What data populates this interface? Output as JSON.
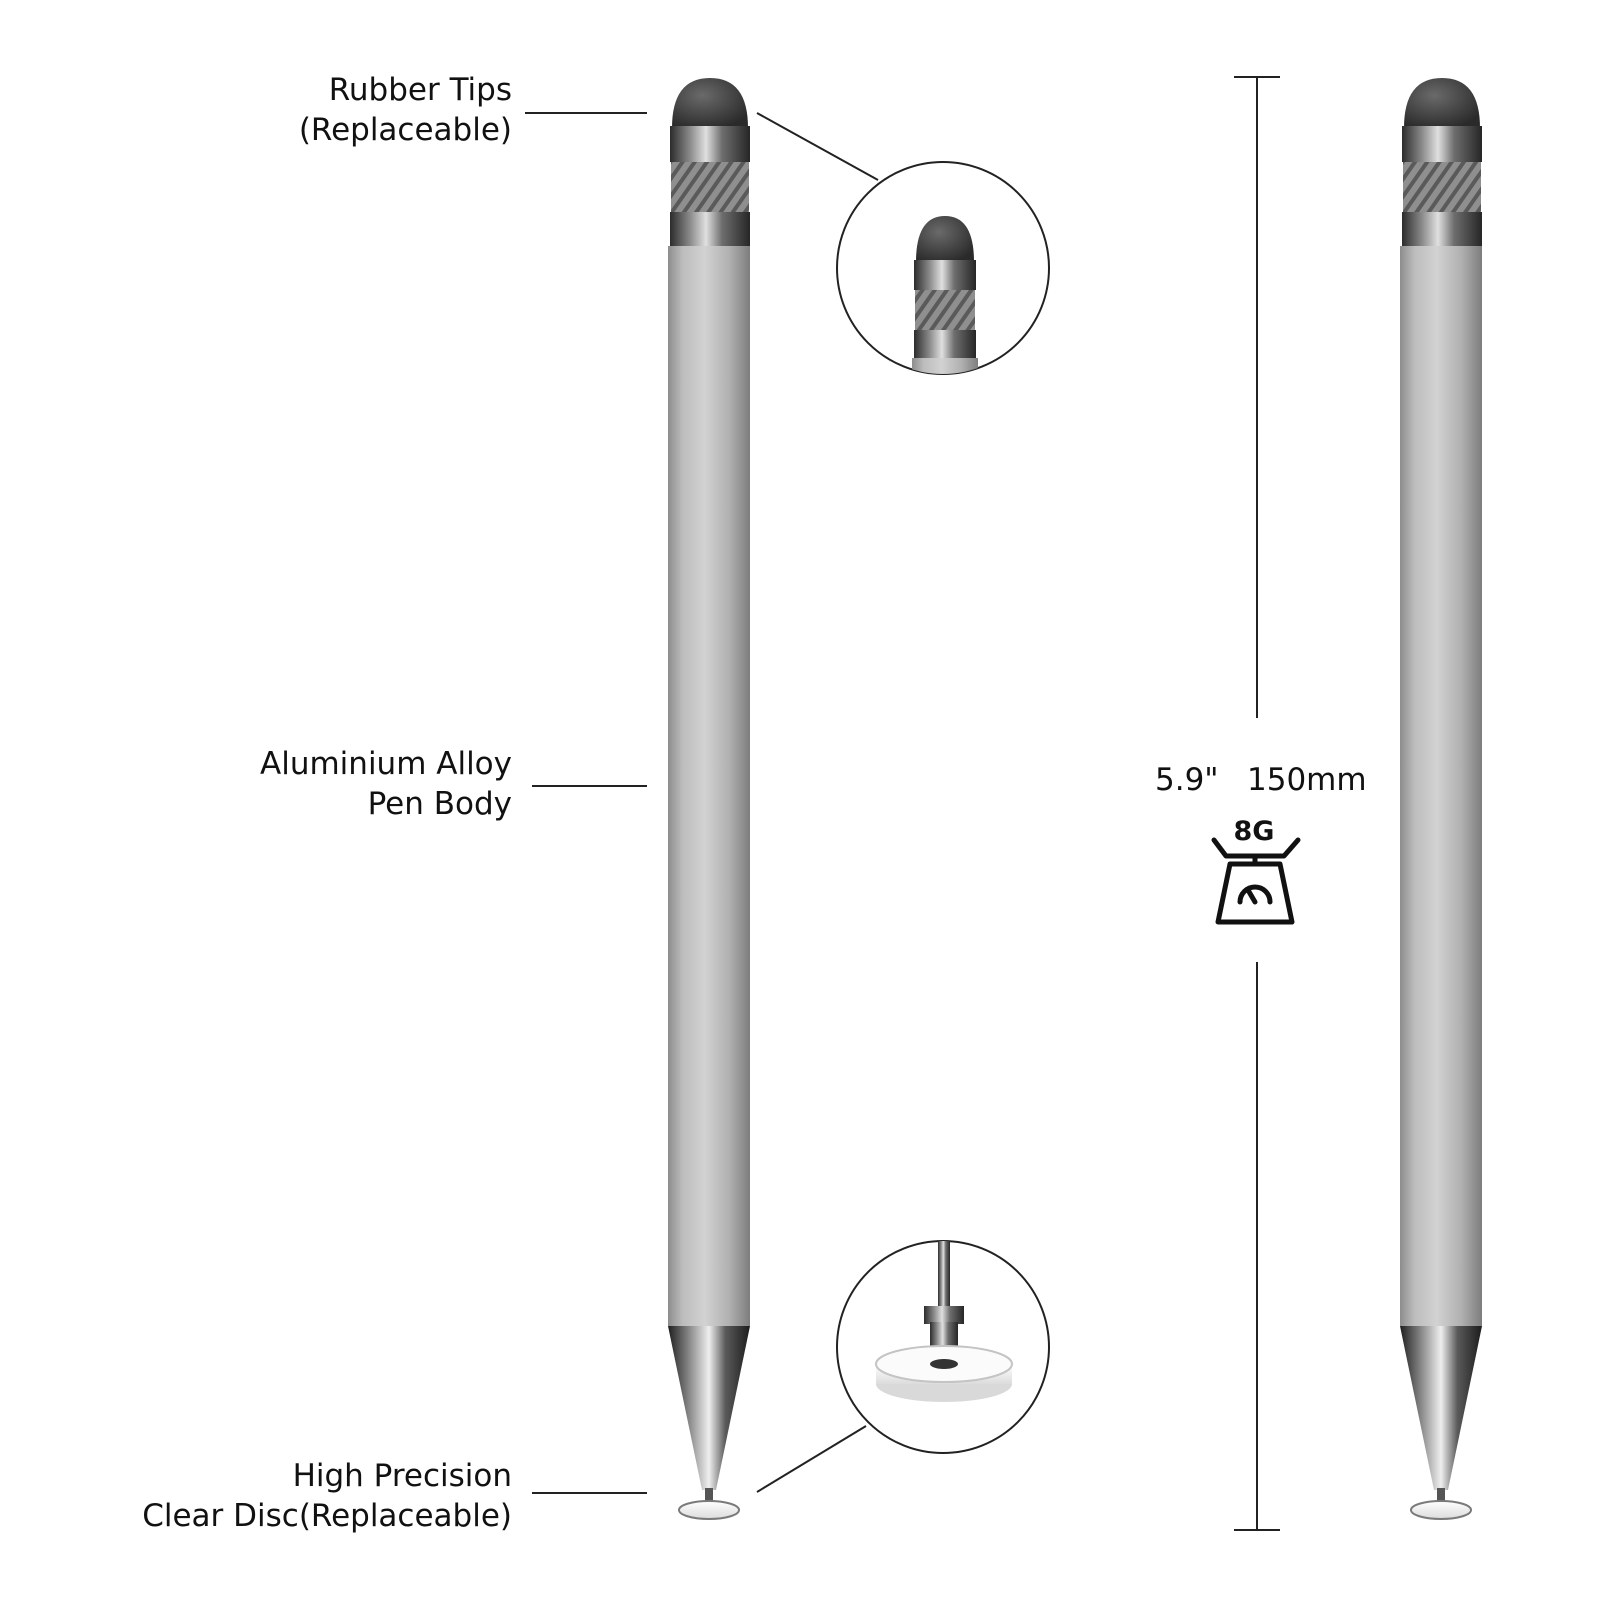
{
  "labels": {
    "rubber_tips": [
      "Rubber Tips",
      "(Replaceable)"
    ],
    "pen_body": [
      "Aluminium Alloy",
      "Pen Body"
    ],
    "clear_disc": [
      "High Precision",
      "Clear Disc(Replaceable)"
    ]
  },
  "dimensions": {
    "length_inch": "5.9\"",
    "length_mm": "150mm",
    "weight": "8G"
  },
  "icons": {
    "weight": "scale-icon"
  },
  "colors": {
    "pen_body": "#b3b3b3",
    "rubber_tip": "#3a3a3a",
    "chrome": "#6a6a6a",
    "text": "#111111",
    "lines": "#222222"
  }
}
